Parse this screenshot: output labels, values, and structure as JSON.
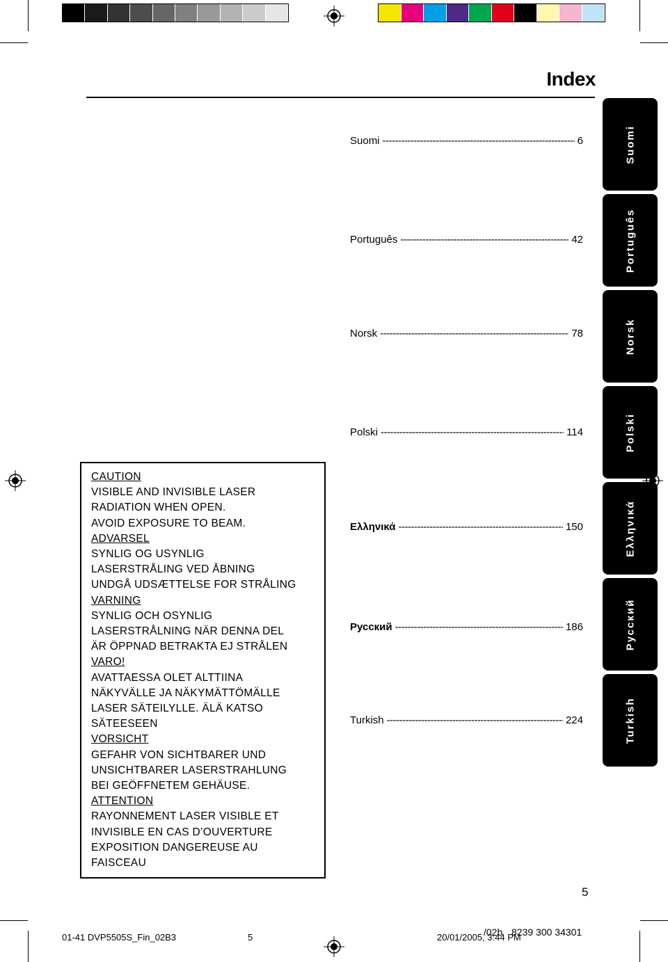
{
  "colors": {
    "gray_swatches": [
      "#000000",
      "#1a1a1a",
      "#333333",
      "#4d4d4d",
      "#666666",
      "#808080",
      "#999999",
      "#b3b3b3",
      "#cccccc",
      "#e6e6e6"
    ],
    "color_swatches": [
      "#f5e600",
      "#e6007e",
      "#00a0e6",
      "#4c2a85",
      "#00a650",
      "#e3001b",
      "#000000",
      "#fff7b0",
      "#f5b6d0",
      "#bfe3f5"
    ],
    "tab_bg": "#000000",
    "tab_text": "#ffffff"
  },
  "header": {
    "title": "Index"
  },
  "index_entries": [
    {
      "name": "Suomi",
      "page": "6"
    },
    {
      "name": "Português",
      "page": "42"
    },
    {
      "name": "Norsk",
      "page": "78"
    },
    {
      "name": "Polski",
      "page": "114"
    },
    {
      "name": "Ελληνικά",
      "page": "150"
    },
    {
      "name": "Русский",
      "page": "186"
    },
    {
      "name": "Turkish",
      "page": "224"
    }
  ],
  "tabs": [
    "Suomi",
    "Português",
    "Norsk",
    "Polski",
    "Ελληνικά",
    "Русский",
    "Turkish"
  ],
  "caution_lines": [
    "CAUTION",
    "VISIBLE AND INVISIBLE LASER",
    "RADIATION WHEN OPEN.",
    "AVOID EXPOSURE TO BEAM.",
    "ADVARSEL",
    "SYNLIG OG USYNLIG",
    "LASERSTRÅLING VED ÅBNING",
    "UNDGÅ UDSÆTTELSE FOR STRÅLING",
    "VARNING",
    "SYNLIG OCH OSYNLIG",
    "LASERSTRÅLNING NÄR DENNA DEL",
    "ÄR ÖPPNAD BETRAKTA EJ STRÅLEN",
    "VARO!",
    "AVATTAESSA OLET ALTTIINA",
    "NÄKYVÄLLE JA NÄKYMÄTTÖMÄLLE",
    "LASER SÄTEILYLLE. ÄLÄ KATSO",
    "SÄTEESEEN",
    "VORSICHT",
    "GEFAHR VON SICHTBARER UND",
    "UNSICHTBARER LASERSTRAHLUNG",
    "BEI GEÖFFNETEM GEHÄUSE.",
    "ATTENTION",
    "RAYONNEMENT LASER VISIBLE ET",
    "INVISIBLE EN CAS D’OUVERTURE",
    "EXPOSITION DANGEREUSE AU",
    "FAISCEAU"
  ],
  "page_number": "5",
  "footer": {
    "file": "01-41 DVP5505S_Fin_02B3",
    "page": "5",
    "code": "/02b",
    "part_number": "8239 300 34301",
    "timestamp": "20/01/2005, 3:44 PM"
  }
}
